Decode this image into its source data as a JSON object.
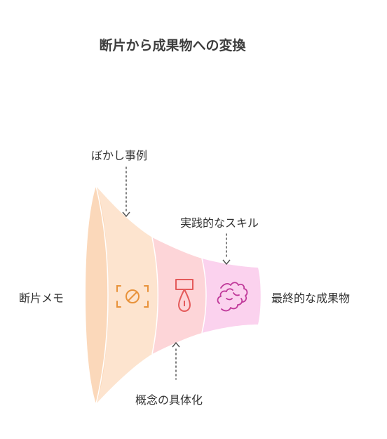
{
  "title": "断片から成果物への変換",
  "labels": {
    "input": "断片メモ",
    "stage1": "ぼかし事例",
    "stage2": "実践的なスキル",
    "stage3": "概念の具体化",
    "output": "最終的な成果物"
  },
  "colors": {
    "section1": "#fde4cf",
    "section1_edge": "#f8d4b3",
    "section2": "#fdd5d8",
    "section3": "#fbd2ee",
    "icon1": "#e8923a",
    "icon2": "#e45a5a",
    "icon3": "#c0399a",
    "arrow": "#555555"
  },
  "icons": [
    "blur-no-icon",
    "lamp-concept-icon",
    "puzzle-hands-icon"
  ]
}
